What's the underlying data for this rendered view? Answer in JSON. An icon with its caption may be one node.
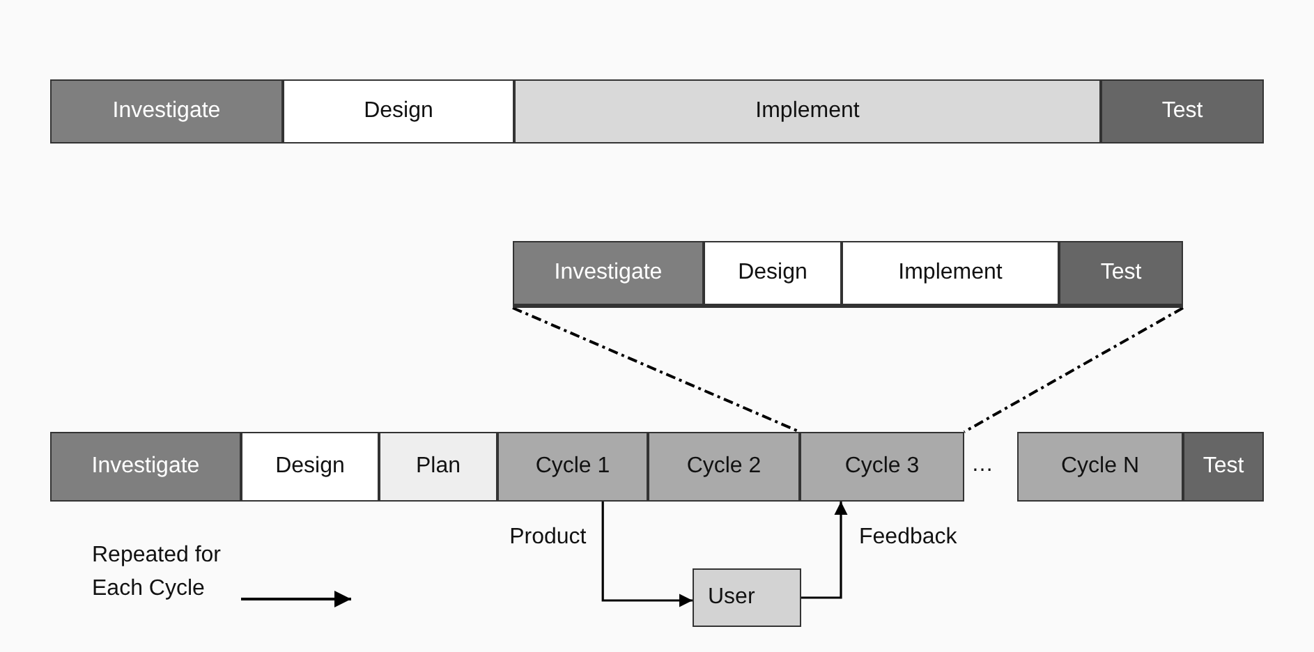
{
  "diagram": {
    "nodes": [
      {
        "text": [
          "Investigate"
        ]
      },
      {
        "text": [
          "Design"
        ]
      },
      {
        "text": [
          "Implement"
        ]
      },
      {
        "text": [
          "Test"
        ]
      },
      {
        "text": [
          "Investigate"
        ]
      },
      {
        "text": [
          "Design"
        ]
      },
      {
        "text": [
          "Implement"
        ]
      },
      {
        "text": [
          "Test"
        ]
      },
      {
        "text": [
          "Investigate"
        ]
      },
      {
        "text": [
          "Design"
        ]
      },
      {
        "text": [
          "Plan"
        ]
      },
      {
        "text": [
          "Cycle 1"
        ]
      },
      {
        "text": [
          "Cycle 2"
        ]
      },
      {
        "text": [
          "Cycle 3"
        ]
      },
      {
        "text": [
          "Cycle N"
        ]
      },
      {
        "text": [
          "Test"
        ]
      },
      {
        "text": [
          "User"
        ]
      }
    ],
    "edges": [
      {
        "from": 11,
        "to": 16,
        "arrow": "to",
        "label": "Product"
      },
      {
        "from": 16,
        "to": 13,
        "arrow": "to",
        "label": "Feedback"
      },
      {
        "from": 4,
        "to": 13,
        "arrow": "none",
        "style": "dashed"
      },
      {
        "from": 7,
        "to": 13,
        "arrow": "none",
        "style": "dashed"
      }
    ],
    "labels": [
      "…",
      "Repeated for Each Cycle"
    ]
  }
}
